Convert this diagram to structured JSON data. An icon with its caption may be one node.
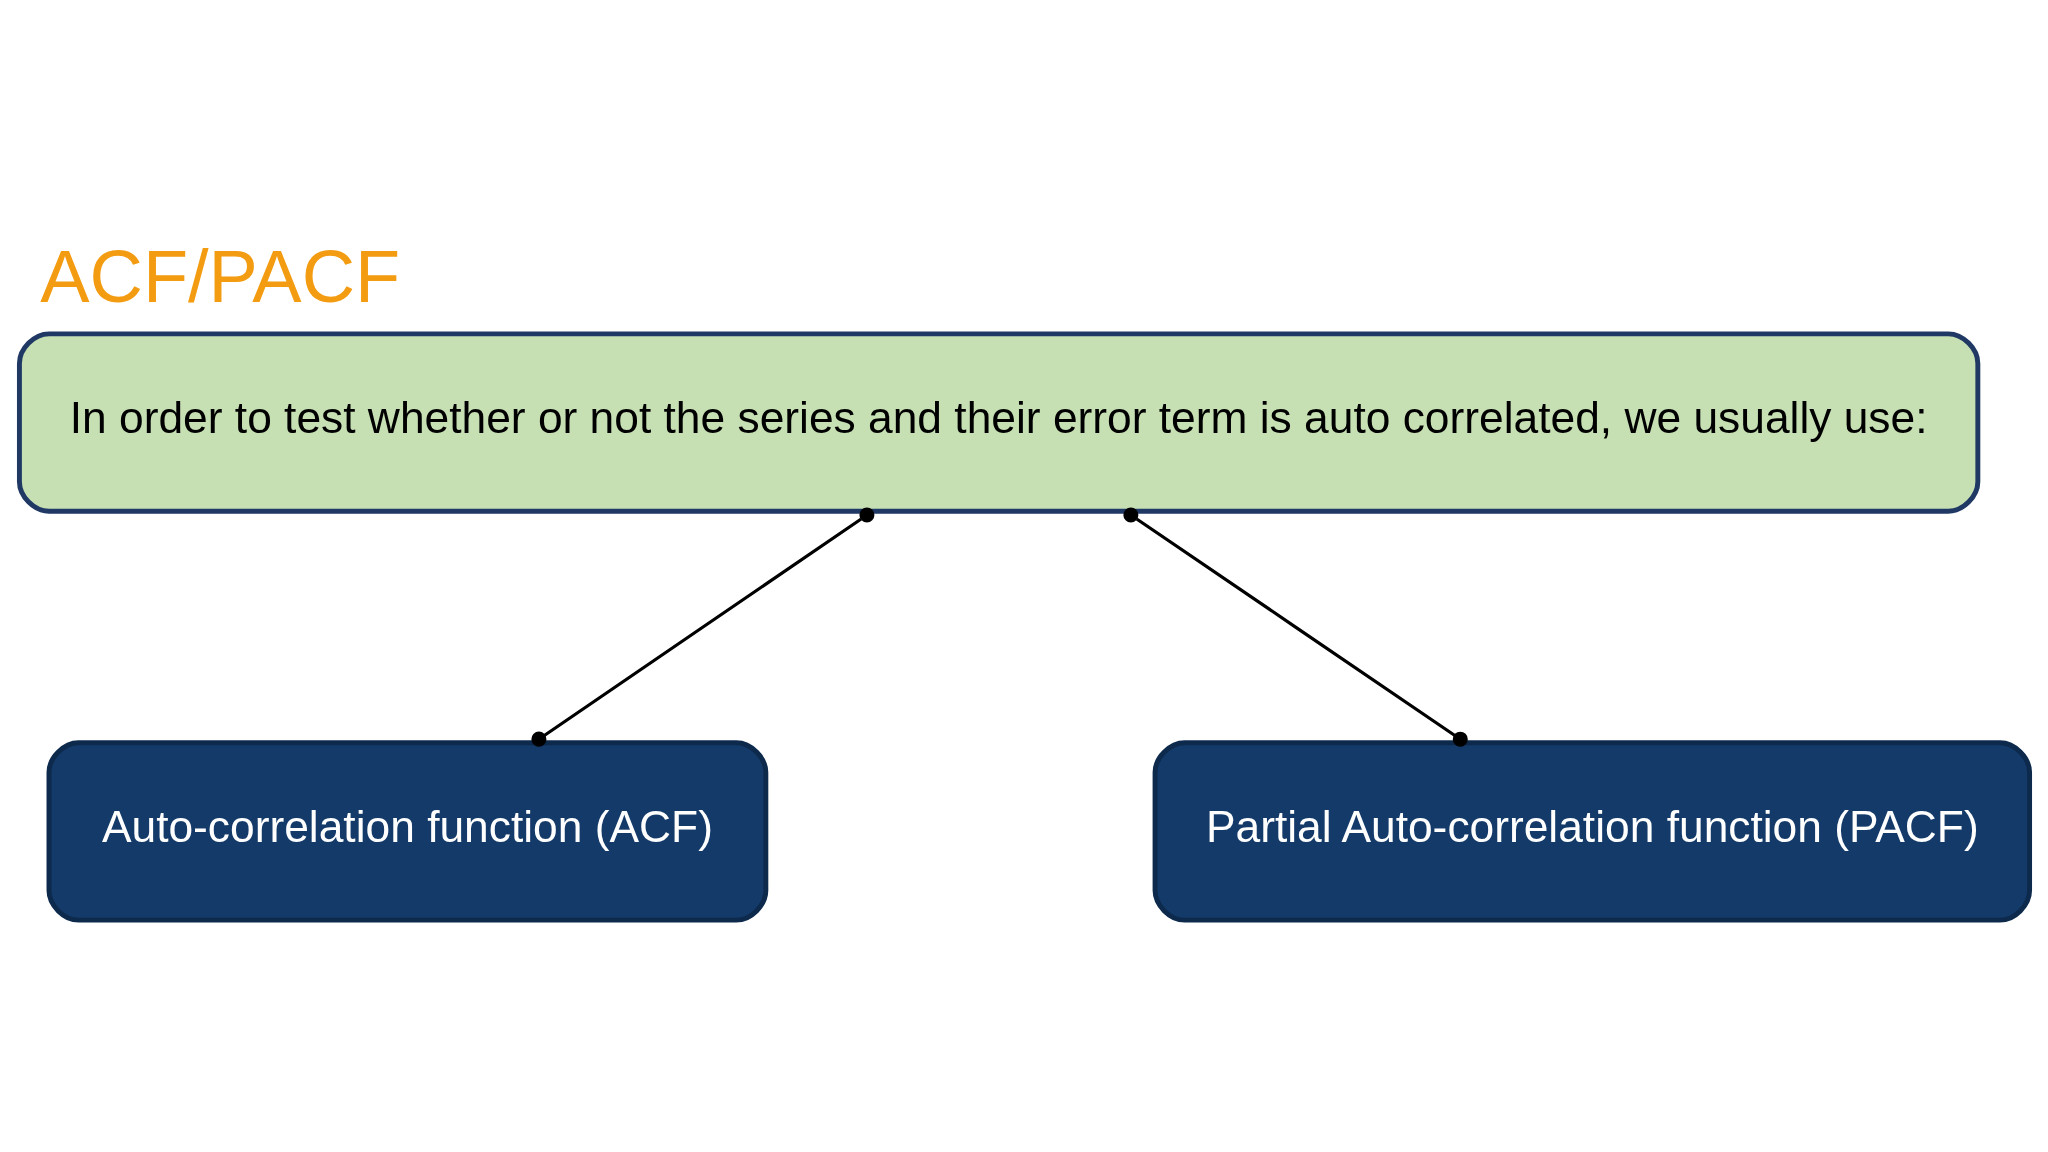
{
  "diagram": {
    "title": "ACF/PACF",
    "nodes": [
      {
        "text": [
          "In order to test whether or not the series and their error term is auto correlated, we usually use:"
        ]
      },
      {
        "text": [
          "Auto-correlation function (ACF)"
        ]
      },
      {
        "text": [
          "Partial Auto-correlation function (PACF)"
        ]
      }
    ],
    "edges": [
      {
        "from": 0,
        "to": 1,
        "arrow": "other"
      },
      {
        "from": 0,
        "to": 2,
        "arrow": "other"
      }
    ]
  }
}
